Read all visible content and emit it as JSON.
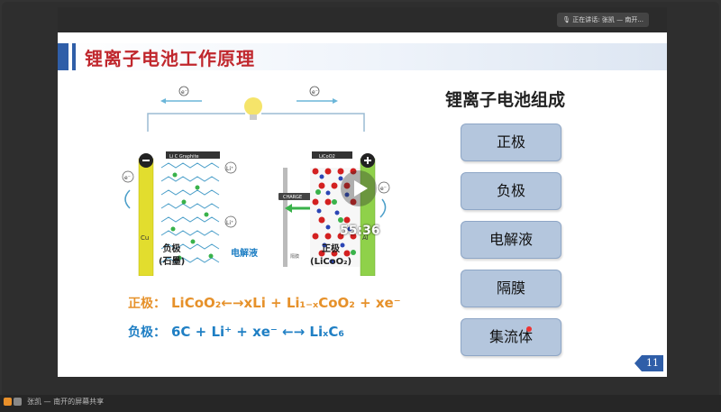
{
  "top_bar": {
    "speaking_text": "正在讲话: 张凯 — 南开..."
  },
  "slide": {
    "title": "锂离子电池工作原理",
    "composition_title": "锂离子电池组成",
    "components": [
      "正极",
      "负极",
      "电解液",
      "隔膜",
      "集流体"
    ],
    "page_number": "11",
    "diagram": {
      "negative_cap": "Li C Graphite",
      "positive_cap": "LiCoO2",
      "charge_label": "CHARGE",
      "separator_label": "隔膜",
      "cu_label": "Cu",
      "al_label": "Al",
      "electron_label": "e⁻",
      "li_label": "Li⁺",
      "neg_label_line1": "负极",
      "neg_label_line2": "(石墨)",
      "electrolyte_label": "电解液",
      "pos_label_line1": "正极",
      "pos_label_line2": "(LiCoO₂)"
    },
    "equations": {
      "positive_label": "正极：",
      "positive_text": "LiCoO₂←→xLi + Li₁₋ₓCoO₂ + xe⁻",
      "negative_label": "负极：",
      "negative_text": "6C + Li⁺ + xe⁻ ←→ LiₓC₆"
    }
  },
  "player": {
    "time": "55:36"
  },
  "bottom_bar": {
    "share_text": "张凯 — 南开的屏幕共享"
  },
  "colors": {
    "title_red": "#c0272d",
    "button_blue": "#b4c6dd",
    "accent_blue": "#2f5ea8",
    "eq_orange": "#e6912a",
    "eq_blue": "#1f7fc4"
  }
}
